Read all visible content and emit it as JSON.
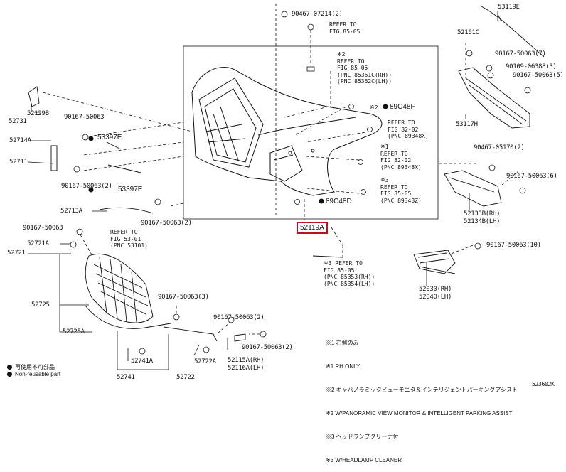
{
  "diagram": {
    "highlighted_part": "52119A",
    "footer_code": "523602K",
    "parts": {
      "p90467_07214": "90467-07214(2)",
      "p53119E": "53119E",
      "p52161C": "52161C",
      "p90167_50063_7": "90167-50063(7)",
      "p90109_06388": "90109-06388(3)",
      "p90167_50063_5": "90167-50063(5)",
      "p53117H": "53117H",
      "p89C48F": "89C48F",
      "p89C48D": "89C48D",
      "p52731": "52731",
      "p52129B": "52129B",
      "p90167_50063_a": "90167-50063",
      "p53397E_a": "53397E",
      "p52714A": "52714A",
      "p52711": "52711",
      "p90167_50063_2a": "90167-50063(2)",
      "p53397E_b": "53397E",
      "p52713A": "52713A",
      "p90167_50063_2b": "90167-50063(2)",
      "p90467_05170": "90467-05170(2)",
      "p90167_50063_6": "90167-50063(6)",
      "p52133B": "52133B(RH)",
      "p52134B": "52134B(LH)",
      "p90167_50063_b": "90167-50063",
      "p52721A": "52721A",
      "p52721": "52721",
      "p52725": "52725",
      "p52725A": "52725A",
      "p90167_50063_3": "90167-50063(3)",
      "p90167_50063_2c": "90167-50063(2)",
      "p90167_50063_2d": "90167-50063(2)",
      "p52741A": "52741A",
      "p52741": "52741",
      "p52722A": "52722A",
      "p52722": "52722",
      "p52115A": "52115A(RH)",
      "p52116A": "52116A(LH)",
      "p90167_50063_10": "90167-50063(10)",
      "p52030": "52030(RH)",
      "p52040": "52040(LH)"
    },
    "refs": {
      "r_top": "REFER TO\nFIG 85-05",
      "r_pnc85361": "※2\nREFER TO\nFIG 85-05\n(PNC 85361C(RH))\n(PNC 85362C(LH))",
      "r_fig8202a": "REFER TO\nFIG 82-02\n(PNC 89348X)",
      "r_fig8202b": "※1\nREFER TO\nFIG 82-02\n(PNC 89348X)",
      "r_fig8505b": "※3\nREFER TO\nFIG 85-05\n(PNC 89348Z)",
      "r_fig5301": "REFER TO\nFIG 53-01\n(PNC 53101)",
      "r_pnc85353": "※3 REFER TO\nFIG 85-05\n(PNC 85353(RH))\n(PNC 85354(LH))",
      "r_mark2": "※2"
    },
    "legend": {
      "line1": "再使用不可部品",
      "line2": "Non-reusable part"
    },
    "notes": [
      "※1 右側のみ",
      "※1 RH ONLY",
      "※2 キャパノラミックビューモニタ＆インテリジェントパーキングアシスト",
      "※2 W/PANORAMIC VIEW MONITOR & INTELLIGENT PARKING ASSIST",
      "※3 ヘッドランプクリーナ付",
      "※3 W/HEADLAMP CLEANER"
    ]
  }
}
